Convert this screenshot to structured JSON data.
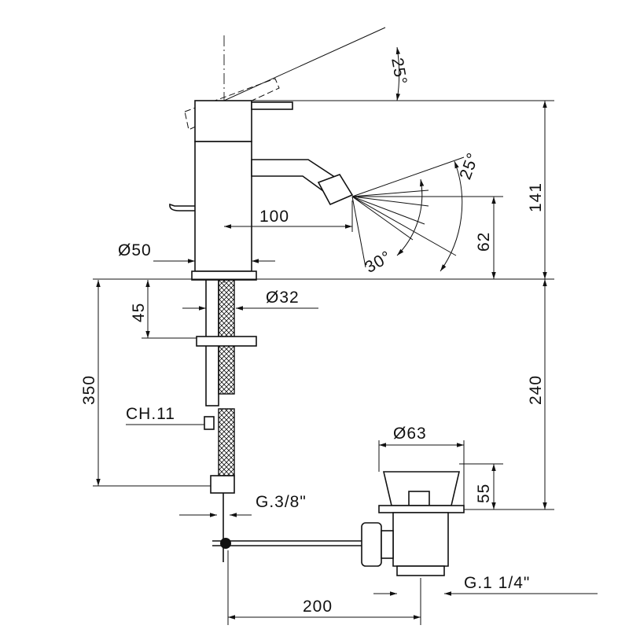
{
  "title": "Bidet mixer technical drawing",
  "dimensions": {
    "lever_angle": "25°",
    "height_above_deck": "141",
    "spray_angle_top": "25°",
    "spout_reach": "100",
    "spout_height": "62",
    "spray_angle_bottom": "30°",
    "body_diameter": "Ø50",
    "shank_diameter": "Ø32",
    "nut_depth": "45",
    "hose_length": "350",
    "waste_depth": "240",
    "hex_size": "CH.11",
    "waste_diameter": "Ø63",
    "waste_flange_height": "55",
    "hose_thread": "G.3/8\"",
    "waste_thread": "G.1 1/4\"",
    "rod_length": "200"
  }
}
